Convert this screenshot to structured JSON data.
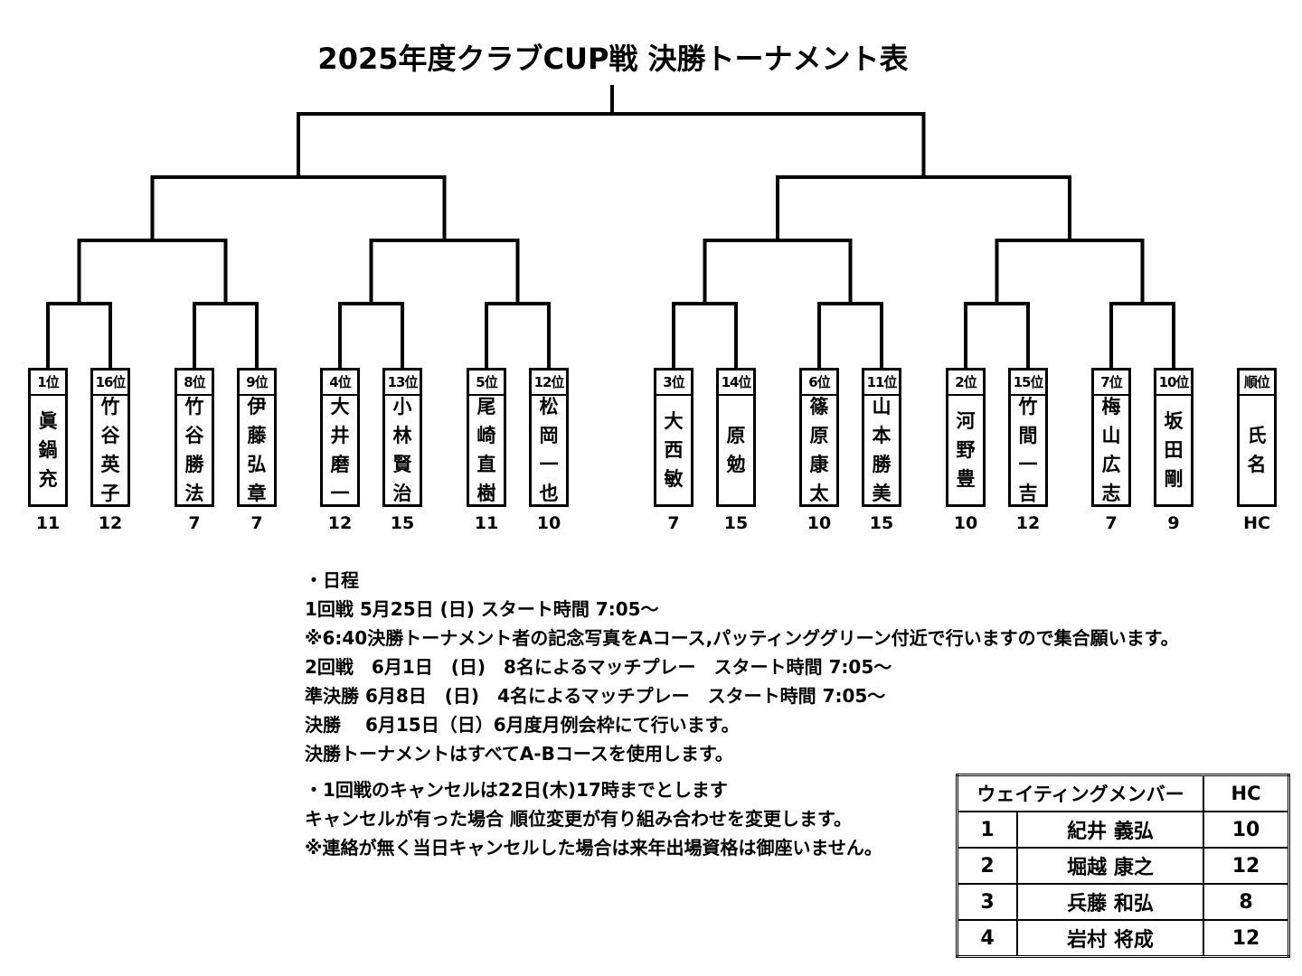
{
  "title": "2025年度クラブCUP戦 決勝トーナメント表",
  "players": [
    {
      "seed": "1位",
      "name": [
        "眞",
        "鍋",
        "充"
      ],
      "hc": "11"
    },
    {
      "seed": "16位",
      "name": [
        "竹",
        "谷",
        "英",
        "子"
      ],
      "hc": "12"
    },
    {
      "seed": "8位",
      "name": [
        "竹",
        "谷",
        "勝",
        "法"
      ],
      "hc": "7"
    },
    {
      "seed": "9位",
      "name": [
        "伊",
        "藤",
        "弘",
        "章"
      ],
      "hc": "7"
    },
    {
      "seed": "4位",
      "name": [
        "大",
        "井",
        "磨",
        "一"
      ],
      "hc": "12"
    },
    {
      "seed": "13位",
      "name": [
        "小",
        "林",
        "賢",
        "治"
      ],
      "hc": "15"
    },
    {
      "seed": "5位",
      "name": [
        "尾",
        "崎",
        "直",
        "樹"
      ],
      "hc": "11"
    },
    {
      "seed": "12位",
      "name": [
        "松",
        "岡",
        "一",
        "也"
      ],
      "hc": "10"
    },
    {
      "seed": "3位",
      "name": [
        "大",
        "西",
        "敏"
      ],
      "hc": "7"
    },
    {
      "seed": "14位",
      "name": [
        "原",
        "勉"
      ],
      "hc": "15"
    },
    {
      "seed": "6位",
      "name": [
        "篠",
        "原",
        "康",
        "太"
      ],
      "hc": "10"
    },
    {
      "seed": "11位",
      "name": [
        "山",
        "本",
        "勝",
        "美"
      ],
      "hc": "15"
    },
    {
      "seed": "2位",
      "name": [
        "河",
        "野",
        "豊"
      ],
      "hc": "10"
    },
    {
      "seed": "15位",
      "name": [
        "竹",
        "間",
        "一",
        "吉"
      ],
      "hc": "12"
    },
    {
      "seed": "7位",
      "name": [
        "梅",
        "山",
        "広",
        "志"
      ],
      "hc": "7"
    },
    {
      "seed": "10位",
      "name": [
        "坂",
        "田",
        "剛"
      ],
      "hc": "9"
    }
  ],
  "legend": {
    "seed": "順位",
    "name": [
      "氏",
      "名"
    ],
    "hc": "HC"
  },
  "schedule": {
    "heading": "・日程",
    "round1": "1回戦 5月25日 (日) スタート時間 7:05～",
    "photo_note": "※6:40決勝トーナメント者の記念写真をAコース,パッティンググリーン付近で行いますので集合願います。",
    "round2": "2回戦　6月1日　(日)　8名によるマッチプレー　スタート時間 7:05～",
    "semifinal": "準決勝 6月8日　(日)　4名によるマッチプレー　スタート時間 7:05～",
    "final": "決勝　 6月15日（日）6月度月例会枠にて行います。",
    "course_note": "決勝トーナメントはすべてA-Bコースを使用します。"
  },
  "cancel": {
    "line1": "・1回戦のキャンセルは22日(木)17時までとします",
    "line2": "キャンセルが有った場合 順位変更が有り組み合わせを変更します。",
    "line3": "※連絡が無く当日キャンセルした場合は来年出場資格は御座いません。"
  },
  "waiting": {
    "header": "ウェイティングメンバー",
    "hc_header": "HC",
    "rows": [
      {
        "no": "1",
        "name": "紀井 義弘",
        "hc": "10"
      },
      {
        "no": "2",
        "name": "堀越 康之",
        "hc": "12"
      },
      {
        "no": "3",
        "name": "兵藤 和弘",
        "hc": "8"
      },
      {
        "no": "4",
        "name": "岩村 将成",
        "hc": "12"
      }
    ]
  }
}
